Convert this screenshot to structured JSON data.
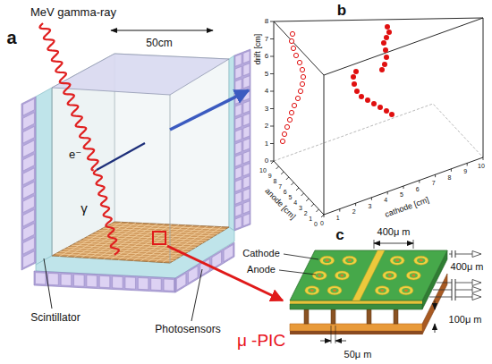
{
  "diagram": {
    "labels": [
      "a",
      "MeV gamma-ray",
      "50cm",
      "e⁻",
      "γ",
      "Scintillator",
      "Photosensors",
      "μ -PIC",
      "b",
      "drift [cm]",
      "0",
      "1",
      "2",
      "3",
      "4",
      "5",
      "6",
      "7",
      "8",
      "anode [cm]",
      "10",
      "9",
      "8",
      "7",
      "6",
      "5",
      "4",
      "3",
      "2",
      "1",
      "0",
      "cathode [cm]",
      "0",
      "1",
      "2",
      "3",
      "4",
      "5",
      "6",
      "7",
      "8",
      "9",
      "10",
      "c",
      "400μ m",
      "Cathode",
      "Anode",
      "400μ m",
      "100μ m",
      "50μ m"
    ]
  }
}
